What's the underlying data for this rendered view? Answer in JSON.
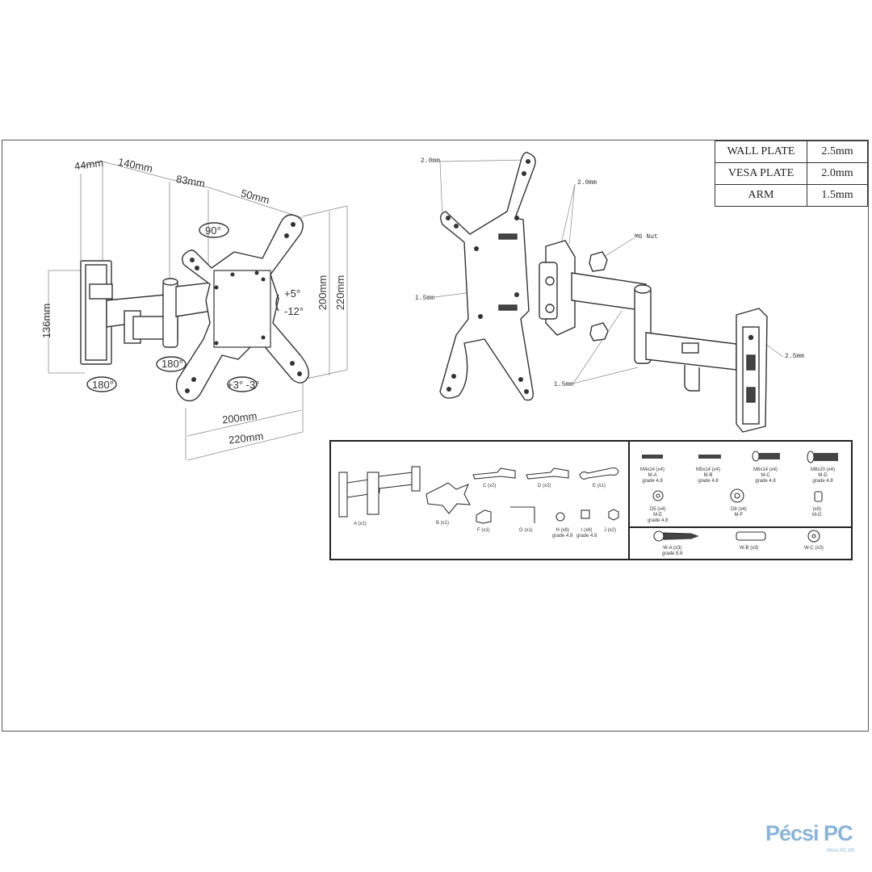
{
  "spec_table": [
    {
      "part": "WALL PLATE",
      "thickness": "2.5mm"
    },
    {
      "part": "VESA PLATE",
      "thickness": "2.0mm"
    },
    {
      "part": "ARM",
      "thickness": "1.5mm"
    }
  ],
  "dimensions": {
    "d44": "44mm",
    "d140": "140mm",
    "d83": "83mm",
    "d50": "50mm",
    "d136": "136mm",
    "d200v": "200mm",
    "d220v": "220mm",
    "d200h": "200mm",
    "d220h": "220mm",
    "rot90": "90°",
    "rot180a": "180°",
    "rot180b": "180°",
    "tilt_up": "+5°",
    "tilt_down": "-12°",
    "swivel": "+3° -3°"
  },
  "exploded_labels": {
    "t20a": "2.0mm",
    "t20b": "2.0mm",
    "t15a": "1.5mm",
    "t15b": "1.5mm",
    "nut": "M6 Nut",
    "t25": "2.5mm"
  },
  "parts": {
    "a": "A (x1)",
    "b": "B (x1)",
    "c": "C (x2)",
    "d": "D (x2)",
    "e": "E (x1)",
    "f": "F (x1)",
    "g": "G (x1)",
    "h": "H (x8)",
    "h_grade": "grade 4.8",
    "i": "I (x8)",
    "i_grade": "grade 4.8",
    "j": "J (x2)"
  },
  "screws": {
    "ma_size": "M4x14 (x4)",
    "ma_id": "M-A",
    "ma_grade": "grade 4.8",
    "mb_size": "M5x14 (x4)",
    "mb_id": "M-B",
    "mb_grade": "grade 4.8",
    "mc_size": "M6x14 (x4)",
    "mc_id": "M-C",
    "mc_grade": "grade 4.8",
    "md_size": "M8x20 (x4)",
    "md_id": "M-D",
    "md_grade": "grade 4.8",
    "me_size": "D5 (x4)",
    "me_id": "M-E",
    "me_grade": "grade 4.8",
    "mf_size": "D8 (x4)",
    "mf_id": "M-F",
    "mg_size": "(x8)",
    "mg_id": "M-G",
    "wa": "W-A (x3)",
    "wa_grade": "grade 8.8",
    "wb": "W-B (x3)",
    "wc": "W-C (x3)"
  },
  "logo": {
    "text": "Pécsi PC",
    "sub": "Pécsi PC Kft."
  }
}
